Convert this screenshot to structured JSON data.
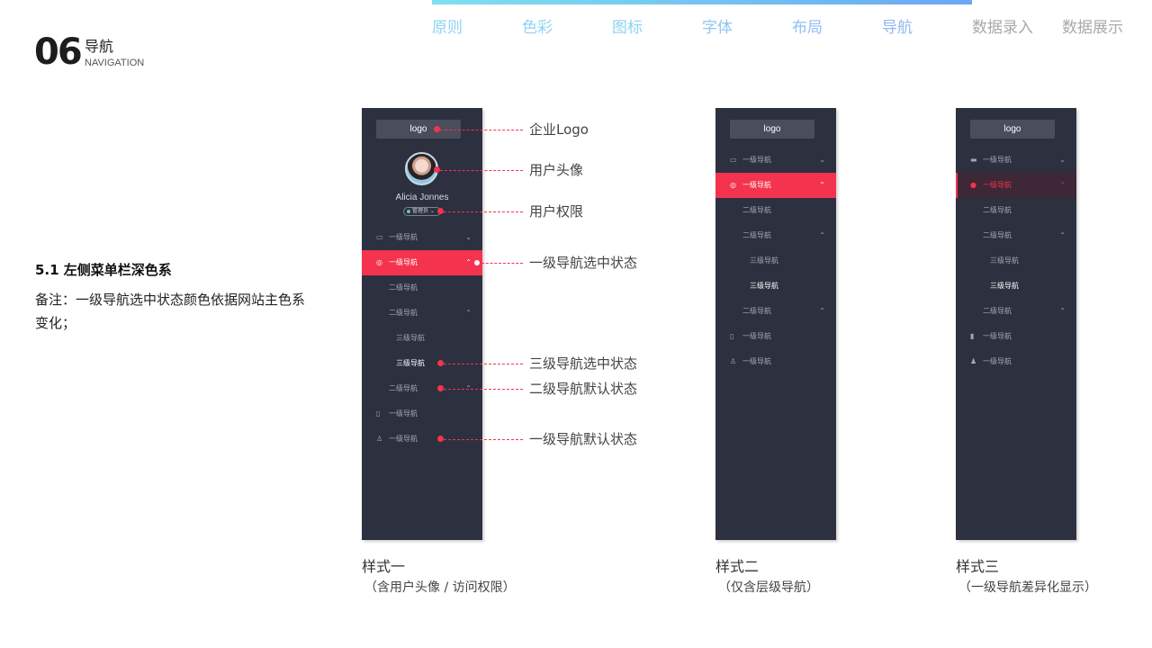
{
  "top_nav": {
    "tabs": [
      {
        "label": "原则",
        "color": "#8fd3f2"
      },
      {
        "label": "色彩",
        "color": "#8fd3f2"
      },
      {
        "label": "图标",
        "color": "#8fd3f2"
      },
      {
        "label": "字体",
        "color": "#8fc6f2"
      },
      {
        "label": "布局",
        "color": "#8fc0f2"
      },
      {
        "label": "导航",
        "color": "#8fb9f2"
      },
      {
        "label": "数据录入",
        "color": "#a9a9a9"
      },
      {
        "label": "数据展示",
        "color": "#a9a9a9"
      }
    ]
  },
  "section": {
    "number": "06",
    "title_cn": "导航",
    "title_en": "NAVIGATION"
  },
  "description": {
    "title": "5.1 左侧菜单栏深色系",
    "body": "备注：一级导航选中状态颜色依据网站主色系变化；"
  },
  "colors": {
    "accent": "#f4334e",
    "sidebar_bg": "#2d303f"
  },
  "style1": {
    "logo": "logo",
    "user_name": "Alicia Jonnes",
    "role": "管理员",
    "items": [
      {
        "label": "一级导航",
        "icon": "monitor-icon",
        "chevron": "⌄"
      },
      {
        "label": "一级导航",
        "icon": "target-icon",
        "chevron": "⌃"
      },
      {
        "label": "二级导航"
      },
      {
        "label": "二级导航",
        "chevron": "⌃"
      },
      {
        "label": "三级导航"
      },
      {
        "label": "三级导航"
      },
      {
        "label": "二级导航",
        "chevron": "⌃"
      },
      {
        "label": "一级导航",
        "icon": "book-icon"
      },
      {
        "label": "一级导航",
        "icon": "user-icon"
      }
    ],
    "caption": "样式一",
    "caption_sub": "（含用户头像 / 访问权限）"
  },
  "annotations": [
    "企业Logo",
    "用户头像",
    "用户权限",
    "一级导航选中状态",
    "三级导航选中状态",
    "二级导航默认状态",
    "一级导航默认状态"
  ],
  "style2": {
    "logo": "logo",
    "items": [
      {
        "label": "一级导航",
        "chevron": "⌄"
      },
      {
        "label": "一级导航",
        "chevron": "⌃"
      },
      {
        "label": "二级导航"
      },
      {
        "label": "二级导航",
        "chevron": "⌃"
      },
      {
        "label": "三级导航"
      },
      {
        "label": "三级导航"
      },
      {
        "label": "二级导航",
        "chevron": "⌃"
      },
      {
        "label": "一级导航"
      },
      {
        "label": "一级导航"
      }
    ],
    "caption": "样式二",
    "caption_sub": "（仅含层级导航）"
  },
  "style3": {
    "logo": "logo",
    "items": [
      {
        "label": "一级导航",
        "chevron": "⌄"
      },
      {
        "label": "一级导航",
        "chevron": "⌃"
      },
      {
        "label": "二级导航"
      },
      {
        "label": "二级导航",
        "chevron": "⌃"
      },
      {
        "label": "三级导航"
      },
      {
        "label": "三级导航"
      },
      {
        "label": "二级导航",
        "chevron": "⌃"
      },
      {
        "label": "一级导航"
      },
      {
        "label": "一级导航"
      }
    ],
    "caption": "样式三",
    "caption_sub": "（一级导航差异化显示）"
  }
}
